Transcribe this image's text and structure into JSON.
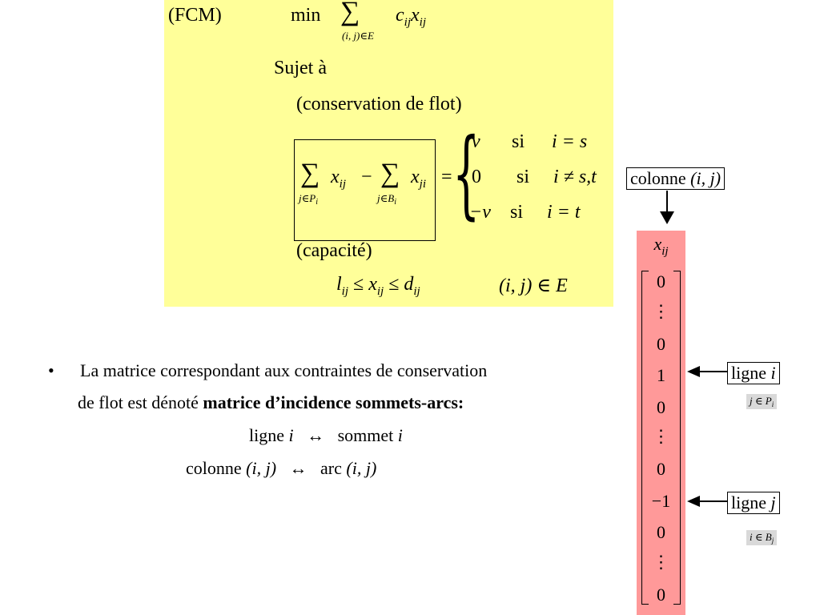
{
  "formulation": {
    "problem_label": "(FCM)",
    "objective_min": "min",
    "sum_symbol": "∑",
    "objective_index": "(i, j)∈E",
    "objective_c": "c",
    "objective_ij": "ij",
    "objective_x": "x",
    "subject_to": "Sujet à",
    "conservation_heading": "(conservation de flot)",
    "sum1_index": "j∈P",
    "sum1_index_sub": "i",
    "sum2_index": "j∈B",
    "sum2_index_sub": "i",
    "x_var": "x",
    "x_ij": "ij",
    "x_ji": "ji",
    "minus": "−",
    "equals": "=",
    "case1_value": "v",
    "case1_si": "si",
    "case1_cond": "i = s",
    "case2_value": "0",
    "case2_si": "si",
    "case2_cond": "i ≠ s,t",
    "case3_value": "−v",
    "case3_si": "si",
    "case3_cond": "i = t",
    "capacity_heading": "(capacité)",
    "cap_l": "l",
    "cap_le": "≤",
    "cap_d": "d",
    "cap_domain": "(i, j) ∈ E"
  },
  "bullet": {
    "marker": "•",
    "line1": "La matrice correspondant aux contraintes de conservation",
    "line2_prefix": "de flot est dénoté ",
    "line2_bold": "matrice d’incidence sommets-arcs:",
    "row_word": "ligne",
    "row_var": "i",
    "arrow": "↔",
    "vertex_word": "sommet",
    "vertex_var": "i",
    "col_word": "colonne",
    "col_var": "(i, j)",
    "arc_word": "arc",
    "arc_var": "(i, j)"
  },
  "column_label": {
    "word": "colonne",
    "var": "(i, j)"
  },
  "vector": {
    "header": "x",
    "header_sub": "ij",
    "entries": [
      "0",
      "⋮",
      "0",
      "1",
      "0",
      "⋮",
      "0",
      "−1",
      "0",
      "⋮",
      "0"
    ]
  },
  "row_i_label": {
    "word": "ligne",
    "var": "i",
    "tag": "j ∈ P",
    "tag_sub": "i"
  },
  "row_j_label": {
    "word": "ligne",
    "var": "j",
    "tag": "i ∈ B",
    "tag_sub": "j"
  },
  "colors": {
    "panel": "#ffff99",
    "vector": "#ff9999",
    "tag": "#d9d9d9"
  }
}
